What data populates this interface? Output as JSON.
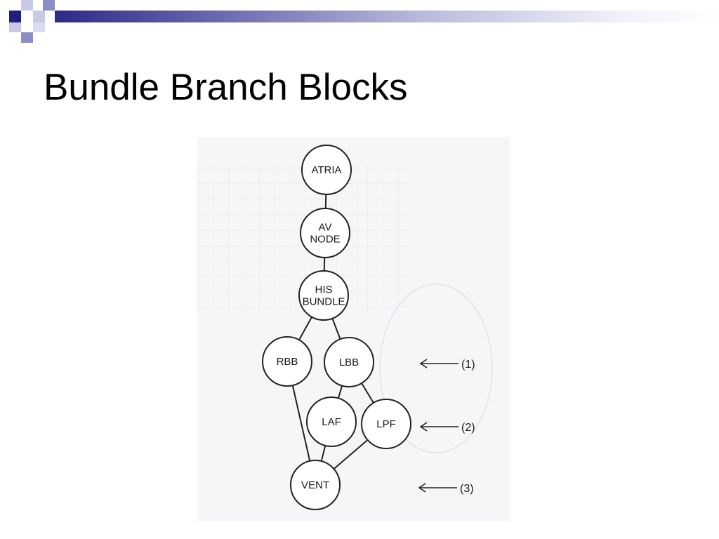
{
  "slide": {
    "title": "Bundle Branch Blocks"
  },
  "theme": {
    "accent_dark": "#2b2b88",
    "accent_mid": "#8c8cc8",
    "accent_light": "#c9c9e6"
  },
  "diagram": {
    "nodes": [
      {
        "id": "atria",
        "lines": [
          "ATRIA"
        ]
      },
      {
        "id": "av-node",
        "lines": [
          "AV",
          "NODE"
        ]
      },
      {
        "id": "his-bundle",
        "lines": [
          "HIS",
          "BUNDLE"
        ]
      },
      {
        "id": "rbb",
        "lines": [
          "RBB"
        ]
      },
      {
        "id": "lbb",
        "lines": [
          "LBB"
        ]
      },
      {
        "id": "laf",
        "lines": [
          "LAF"
        ]
      },
      {
        "id": "lpf",
        "lines": [
          "LPF"
        ]
      },
      {
        "id": "vent",
        "lines": [
          "VENT"
        ]
      }
    ],
    "edges": [
      [
        "atria",
        "av-node"
      ],
      [
        "av-node",
        "his-bundle"
      ],
      [
        "his-bundle",
        "rbb"
      ],
      [
        "his-bundle",
        "lbb"
      ],
      [
        "lbb",
        "laf"
      ],
      [
        "lbb",
        "lpf"
      ],
      [
        "rbb",
        "vent"
      ],
      [
        "laf",
        "vent"
      ],
      [
        "lpf",
        "vent"
      ]
    ],
    "markers": [
      {
        "id": "marker-1",
        "label": "(1)"
      },
      {
        "id": "marker-2",
        "label": "(2)"
      },
      {
        "id": "marker-3",
        "label": "(3)"
      }
    ]
  }
}
